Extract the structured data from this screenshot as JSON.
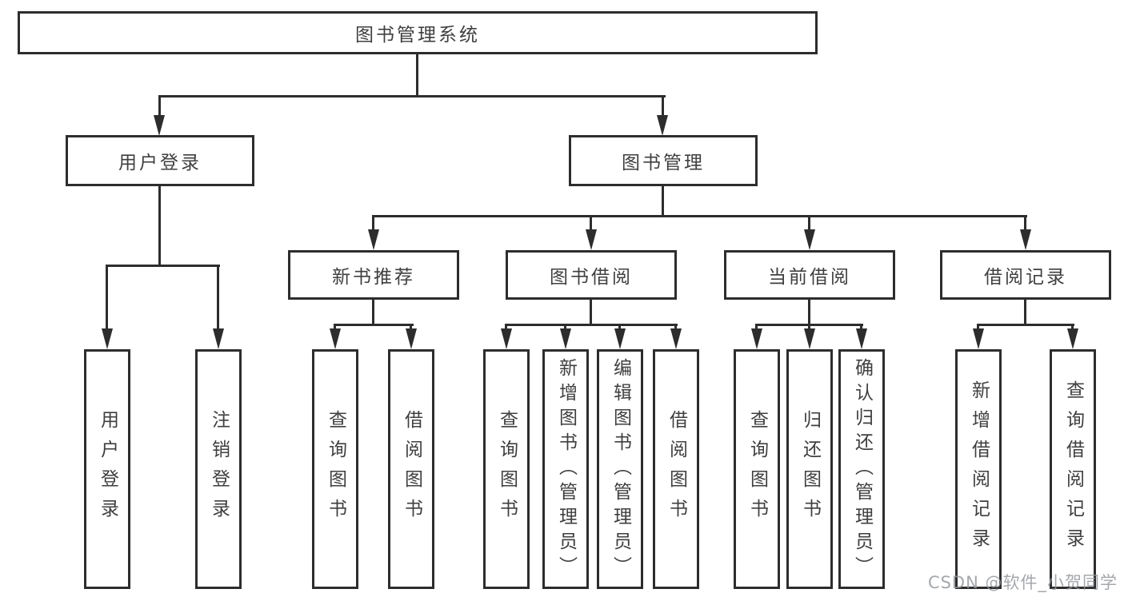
{
  "diagram": {
    "root": {
      "label": "图书管理系统"
    },
    "level2": [
      {
        "label": "用户登录"
      },
      {
        "label": "图书管理"
      }
    ],
    "level3": [
      {
        "label": "新书推荐"
      },
      {
        "label": "图书借阅"
      },
      {
        "label": "当前借阅"
      },
      {
        "label": "借阅记录"
      }
    ],
    "leaves": {
      "login": [
        {
          "label": "用户登录"
        },
        {
          "label": "注销登录"
        }
      ],
      "recommend": [
        {
          "label": "查询图书"
        },
        {
          "label": "借阅图书"
        }
      ],
      "borrow": [
        {
          "label": "查询图书"
        },
        {
          "label": "新增图书（管理员）"
        },
        {
          "label": "编辑图书（管理员）"
        },
        {
          "label": "借阅图书"
        }
      ],
      "current": [
        {
          "label": "查询图书"
        },
        {
          "label": "归还图书"
        },
        {
          "label": "确认归还（管理员）"
        }
      ],
      "records": [
        {
          "label": "新增借阅记录"
        },
        {
          "label": "查询借阅记录"
        }
      ]
    },
    "watermark": "CSDN @软件_小贺同学",
    "colors": {
      "line": "#2d2d2d",
      "text": "#3f3f3f",
      "watermark": "#94999e",
      "background": "#ffffff"
    }
  }
}
